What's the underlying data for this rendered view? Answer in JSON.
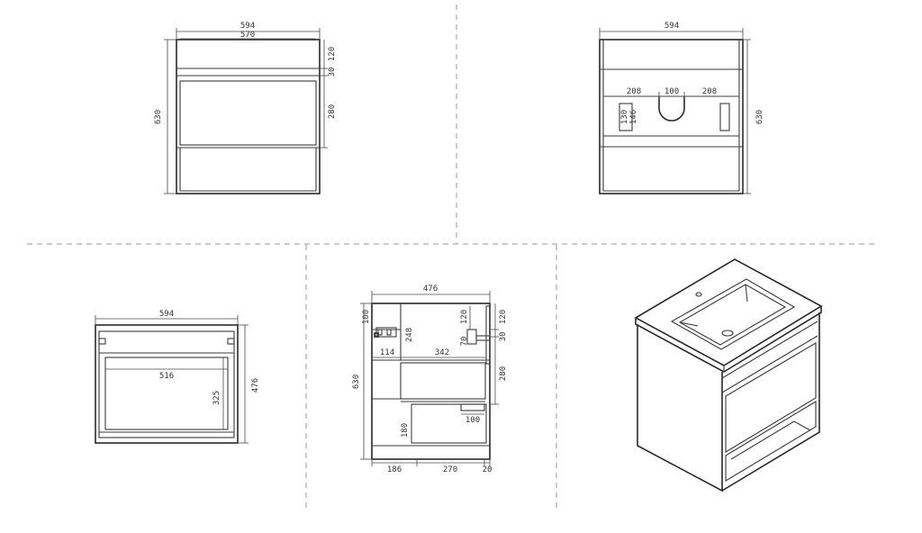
{
  "front_view": {
    "total_width": "594",
    "inner_width": "570",
    "total_height": "630",
    "top_height": "120",
    "gap_height": "30",
    "drawer_height": "280"
  },
  "rear_view": {
    "total_width": "594",
    "total_height": "630",
    "side_left": "208",
    "cutout_width": "100",
    "side_right": "208",
    "cutout_depth_a": "130",
    "cutout_depth_b": "146"
  },
  "top_view": {
    "total_width": "594",
    "inner_width": "516",
    "inner_depth": "325",
    "total_depth": "476"
  },
  "side_view": {
    "total_depth": "476",
    "left_top": "100",
    "pipe_depth": "248",
    "pipe_offset": "114",
    "inner_span": "342",
    "waste_height": "70",
    "top_height_a": "120",
    "top_height_b": "120",
    "gap_height": "30",
    "drawer_height": "280",
    "total_height": "630",
    "waste_offset": "100",
    "shelf_height": "180",
    "base_left": "186",
    "base_middle": "270",
    "base_right": "20"
  }
}
